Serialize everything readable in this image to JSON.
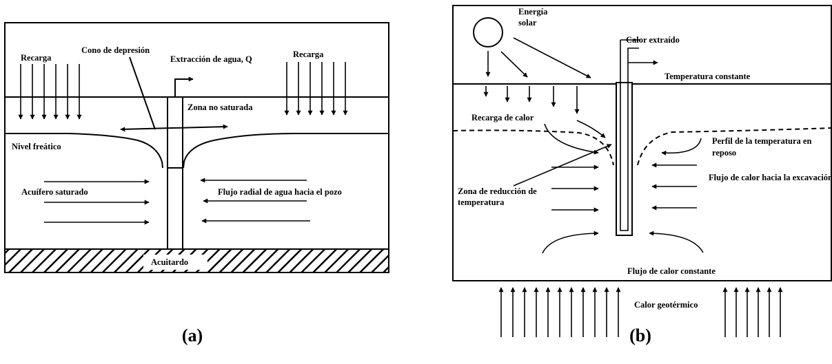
{
  "panel_a": {
    "caption": "(a)",
    "labels": {
      "recarga_left": "Recarga",
      "cono": "Cono de depresión",
      "extraccion": "Extracción de agua, Q",
      "recarga_right": "Recarga",
      "zona_no_saturada": "Zona no saturada",
      "nivel_freatico": "Nivel freático",
      "acuifero": "Acuífero saturado",
      "flujo_radial": "Flujo radial de agua hacia el pozo",
      "acuitardo": "Acuitardo"
    }
  },
  "panel_b": {
    "caption": "(b)",
    "labels": {
      "energia_1": "Energía",
      "energia_2": "solar",
      "calor_extraido": "Calor extraído",
      "temp_constante": "Temperatura constante",
      "recarga_calor": "Recarga de calor",
      "perfil_1": "Perfil de la temperatura en",
      "perfil_2": "reposo",
      "flujo_excavacion": "Flujo de calor hacia la excavación",
      "zona_red_1": "Zona de reducción de",
      "zona_red_2": "temperatura",
      "flujo_constante": "Flujo de calor constante",
      "calor_geotermico": "Calor geotérmico"
    }
  }
}
